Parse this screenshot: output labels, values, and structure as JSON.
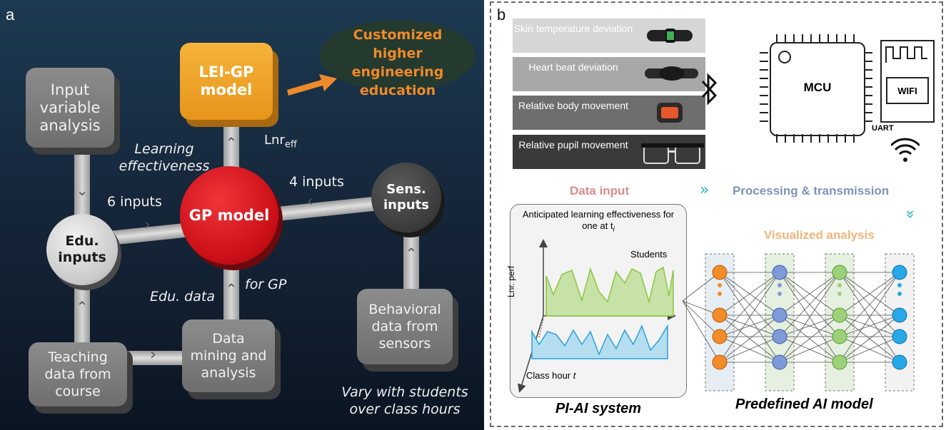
{
  "panel_a": {
    "label": "a",
    "customized": "Customized higher engineering education",
    "lei_gp": "LEI-GP model",
    "input_analysis": "Input variable analysis",
    "learning_effectiveness": "Learning effectiveness",
    "lnr_eff": "Lnr",
    "lnr_eff_sub": "eff",
    "gp_model": "GP model",
    "six_inputs": "6 inputs",
    "four_inputs": "4 inputs",
    "edu_inputs": "Edu. inputs",
    "sens_inputs": "Sens. inputs",
    "edu_data": "Edu. data",
    "for_gp": "for GP",
    "behavioral": "Behavioral data from sensors",
    "teaching": "Teaching data from course",
    "data_mining": "Data mining and analysis",
    "vary": "Vary with students over class hours",
    "colors": {
      "orange": "#f0a020",
      "red": "#d8141c",
      "orange_text": "#ef8a2a"
    }
  },
  "panel_b": {
    "label": "b",
    "sensors": [
      "Skin temperature deviation",
      "Heart beat deviation",
      "Relative body movement",
      "Relative pupil movement"
    ],
    "mcu": "MCU",
    "wifi": "WIFI",
    "uart": "UART",
    "data_input": "Data input",
    "processing": "Processing & transmission",
    "visualized": "Visualized analysis",
    "chart_title": "Anticipated learning effectiveness for one at t",
    "chart_title_sub": "i",
    "students": "Students",
    "ylabel": "Lnr. perf",
    "xlabel": "Class hour",
    "xlabel_var": "t",
    "pi_ai": "PI-AI system",
    "predefined": "Predefined AI model",
    "colors": {
      "data_input": "#d98c8c",
      "processing": "#7f93b8",
      "visualized": "#f2b47a",
      "teal": "#29b6c0"
    }
  }
}
